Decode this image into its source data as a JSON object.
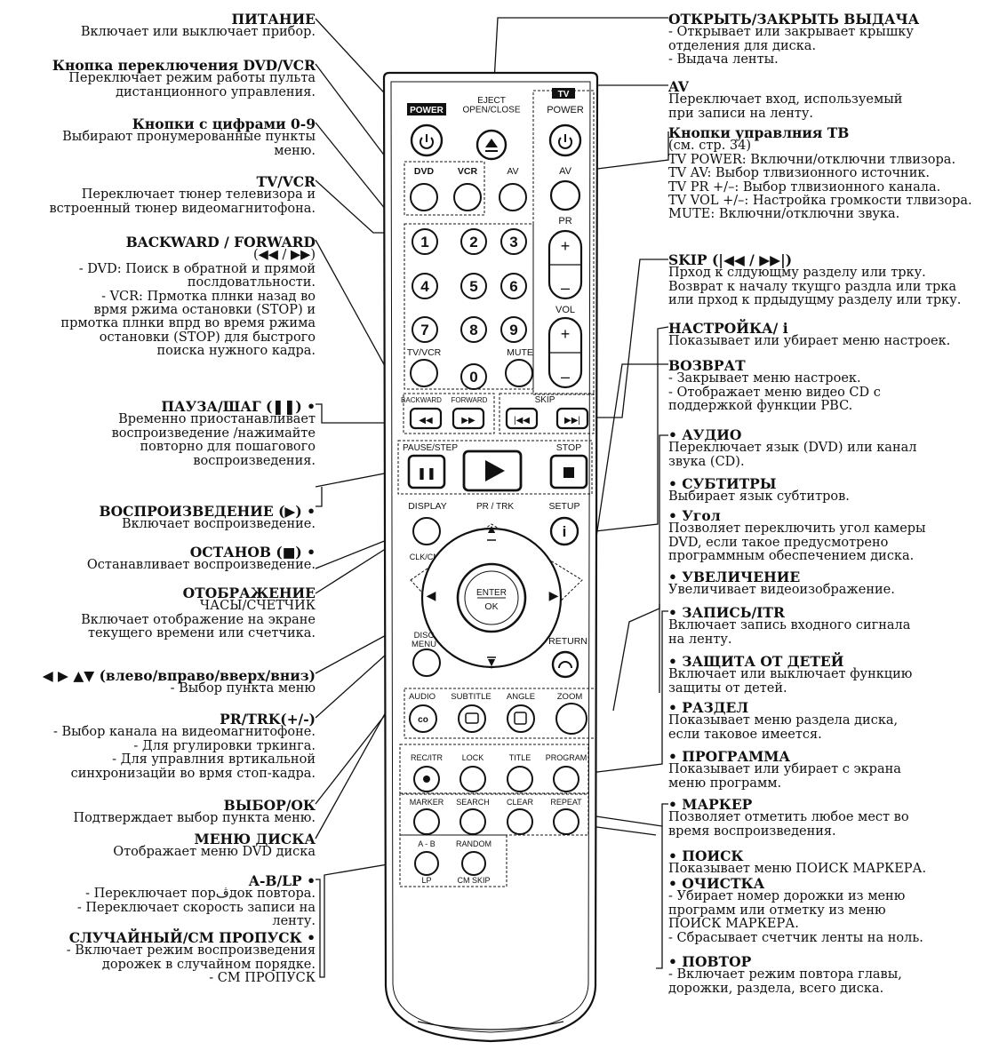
{
  "left_labels": [
    {
      "title": "ПИТАНИЕ",
      "lines": [
        "Включает или выключает прибор."
      ]
    },
    {
      "title": "Кнопка переключения DVD/VCR",
      "lines": [
        "Переключает режим работы пульта",
        "дистанционного управления."
      ]
    },
    {
      "title": "Кнопки с цифрами 0-9",
      "lines": [
        "Выбирают пронумерованные пункты",
        "меню."
      ]
    },
    {
      "title": "TV/VCR",
      "lines": [
        "Переключает тюнер телевизора и",
        "встроенный тюнер видеомагнитофона."
      ]
    },
    {
      "title": "BACKWARD / FORWARD",
      "lines": [
        "(◀◀ / ▶▶)",
        "- DVD: Поиск в обратной и прямой",
        "послдоватльности.",
        "- VCR: Прмотка плнки назад во",
        "врмя ржима остановки (STOP) и",
        "прмотка плнки впрд во время ржима",
        "остановки (STOP) для быстрого",
        "поиска нужного кадра."
      ]
    },
    {
      "title": "ПАУЗА/ШАГ (❚❚) •",
      "lines": [
        "Временно приостанавливает",
        "воспроизведение /нажимайте",
        "повторно для пошагового",
        "воспроизведения."
      ]
    },
    {
      "title": "ВОСПРОИЗВЕДЕНИЕ (▶) •",
      "lines": [
        "Включает воспроизведение."
      ]
    },
    {
      "title": "ОСТАНОВ (■) •",
      "lines": [
        "Останавливает воспроизведение."
      ]
    },
    {
      "title": "ОТОБРАЖЕНИЕ",
      "lines": [
        "ЧАСЫ/СЧЕТЧИК",
        "Включает отображение на экране",
        "текущего времени или счетчика."
      ]
    },
    {
      "title": "◀ ▶ ▲▼ (влево/вправо/вверх/вниз)",
      "lines": [
        "- Выбор пункта меню"
      ]
    },
    {
      "title": "PR/TRK(+/-)",
      "lines": [
        "- Выбор канала на видеомагнитофоне.",
        "- Для ргулировки тркинга.",
        "- Для управлния вртикальной",
        "синхронизацйи во врмя стоп-кадра."
      ]
    },
    {
      "title": "ВЫБОР/ОК",
      "lines": [
        "Подтверждает выбор пункта меню."
      ]
    },
    {
      "title": "МЕНЮ ДИСКА",
      "lines": [
        "Отображает меню DVD диска"
      ]
    },
    {
      "title": "A-B/LP •",
      "lines": [
        "- Переключает порڤдок повтора.",
        "- Переключает скорость записи на",
        "ленту."
      ]
    },
    {
      "title": "СЛУЧАЙНЫЙ/СМ ПРОПУСК •",
      "lines": [
        "- Включает режим воспроизведения",
        "дорожек в случайном порядке.",
        "- СМ ПРОПУСК"
      ]
    }
  ],
  "right_labels": [
    {
      "title": "ОТКРЫТЬ/ЗАКРЫТЬ ВЫДАЧА",
      "lines": [
        "- Открывает или закрывает крышку",
        "отделения для диска.",
        "- Выдача ленты."
      ]
    },
    {
      "title": "AV",
      "lines": [
        "Переключает вход, используемый",
        "при записи на ленту."
      ]
    },
    {
      "title": "Кнопки управлния ТВ",
      "lines": [
        "(см. стр. 34)",
        "TV POWER: Включни/отключни тлвизора.",
        "TV AV: Выбор тлвизионного источник.",
        "TV PR +/–: Выбор тлвизионного канала.",
        "TV VOL +/–: Настройка громкости тлвизора.",
        "MUTE: Включни/отключни звука."
      ]
    },
    {
      "title": "SKIP (|◀◀ / ▶▶|)",
      "lines": [
        "Прход к слдующму разделу или трку.",
        "Возврат к началу ткущго раздла или трка",
        "или прход к прдыдущму разделу или трку."
      ]
    },
    {
      "title": "НАСТРОЙКА/ i",
      "lines": [
        "Показывает или убирает меню настроек."
      ]
    },
    {
      "title": "ВОЗВРАТ",
      "lines": [
        "- Закрывает меню настроек.",
        "- Отображает меню видео CD с",
        "поддержкой функции PBC."
      ]
    },
    {
      "title": "• АУДИО",
      "lines": [
        "Переключает язык (DVD) или канал",
        "звука (CD)."
      ]
    },
    {
      "title": "• СУБТИТРЫ",
      "lines": [
        "Выбирает язык субтитров."
      ]
    },
    {
      "title": "• Угол",
      "lines": [
        "Позволяет переключить угол камеры",
        "DVD, если такое предусмотрено",
        "программным обеспечением диска."
      ]
    },
    {
      "title": "• УВЕЛИЧЕНИЕ",
      "lines": [
        "Увеличивает видеоизображение."
      ]
    },
    {
      "title": "• ЗАПИСЬ/ITR",
      "lines": [
        "Включает запись входного сигнала",
        "на ленту."
      ]
    },
    {
      "title": "• ЗАЩИТА ОТ ДЕТЕЙ",
      "lines": [
        "Включает или выключает функцию",
        "защиты от детей."
      ]
    },
    {
      "title": "• РАЗДЕЛ",
      "lines": [
        "Показывает меню раздела диска,",
        "если таковое имеется."
      ]
    },
    {
      "title": "• ПРОГРАММА",
      "lines": [
        "Показывает или убирает с экрана",
        "меню программ."
      ]
    },
    {
      "title": "• МАРКЕР",
      "lines": [
        "Позволяет отметить любое мест во",
        "время воспроизведения."
      ]
    },
    {
      "title": "• ПОИСК",
      "lines": [
        "Показывает меню ПОИСК МАРКЕРА."
      ]
    },
    {
      "title": "• ОЧИСТКА",
      "lines": [
        "- Убирает номер дорожки из меню",
        "программ или отметку из меню",
        "ПОИСК МАРКЕРА.",
        "- Сбрасывает счетчик ленты на ноль."
      ]
    },
    {
      "title": "• ПОВТОР",
      "lines": [
        "- Включает режим повтора главы,",
        "дорожки, раздела, всего диска."
      ]
    }
  ],
  "remote": {
    "power": "POWER",
    "eject": "EJECT\nOPEN/CLOSE",
    "tv": "TV",
    "tv_power": "POWER",
    "dvd": "DVD",
    "vcr": "VCR",
    "av": "AV",
    "tv_av": "AV",
    "pr": "PR",
    "vol": "VOL",
    "digits": [
      "1",
      "2",
      "3",
      "4",
      "5",
      "6",
      "7",
      "8",
      "9",
      "0"
    ],
    "tvvcr": "TV/VCR",
    "mute": "MUTE",
    "backward": "BACKWARD",
    "forward": "FORWARD",
    "skip": "SKIP",
    "pause": "PAUSE/STEP",
    "stop": "STOP",
    "display": "DISPLAY",
    "prtrk": "PR / TRK",
    "setup": "SETUP",
    "clkcnt": "CLK/CNT",
    "enter": "ENTER",
    "ok": "OK",
    "disc_menu": "DISC\nMENU",
    "return": "RETURN",
    "audio": "AUDIO",
    "subtitle": "SUBTITLE",
    "angle": "ANGLE",
    "zoom": "ZOOM",
    "recitr": "REC/ITR",
    "lock": "LOCK",
    "title": "TITLE",
    "program": "PROGRAM",
    "marker": "MARKER",
    "search": "SEARCH",
    "clear": "CLEAR",
    "repeat": "REPEAT",
    "ab": "A - B",
    "random": "RANDOM",
    "lp": "LP",
    "cmskip": "CM SKIP"
  }
}
